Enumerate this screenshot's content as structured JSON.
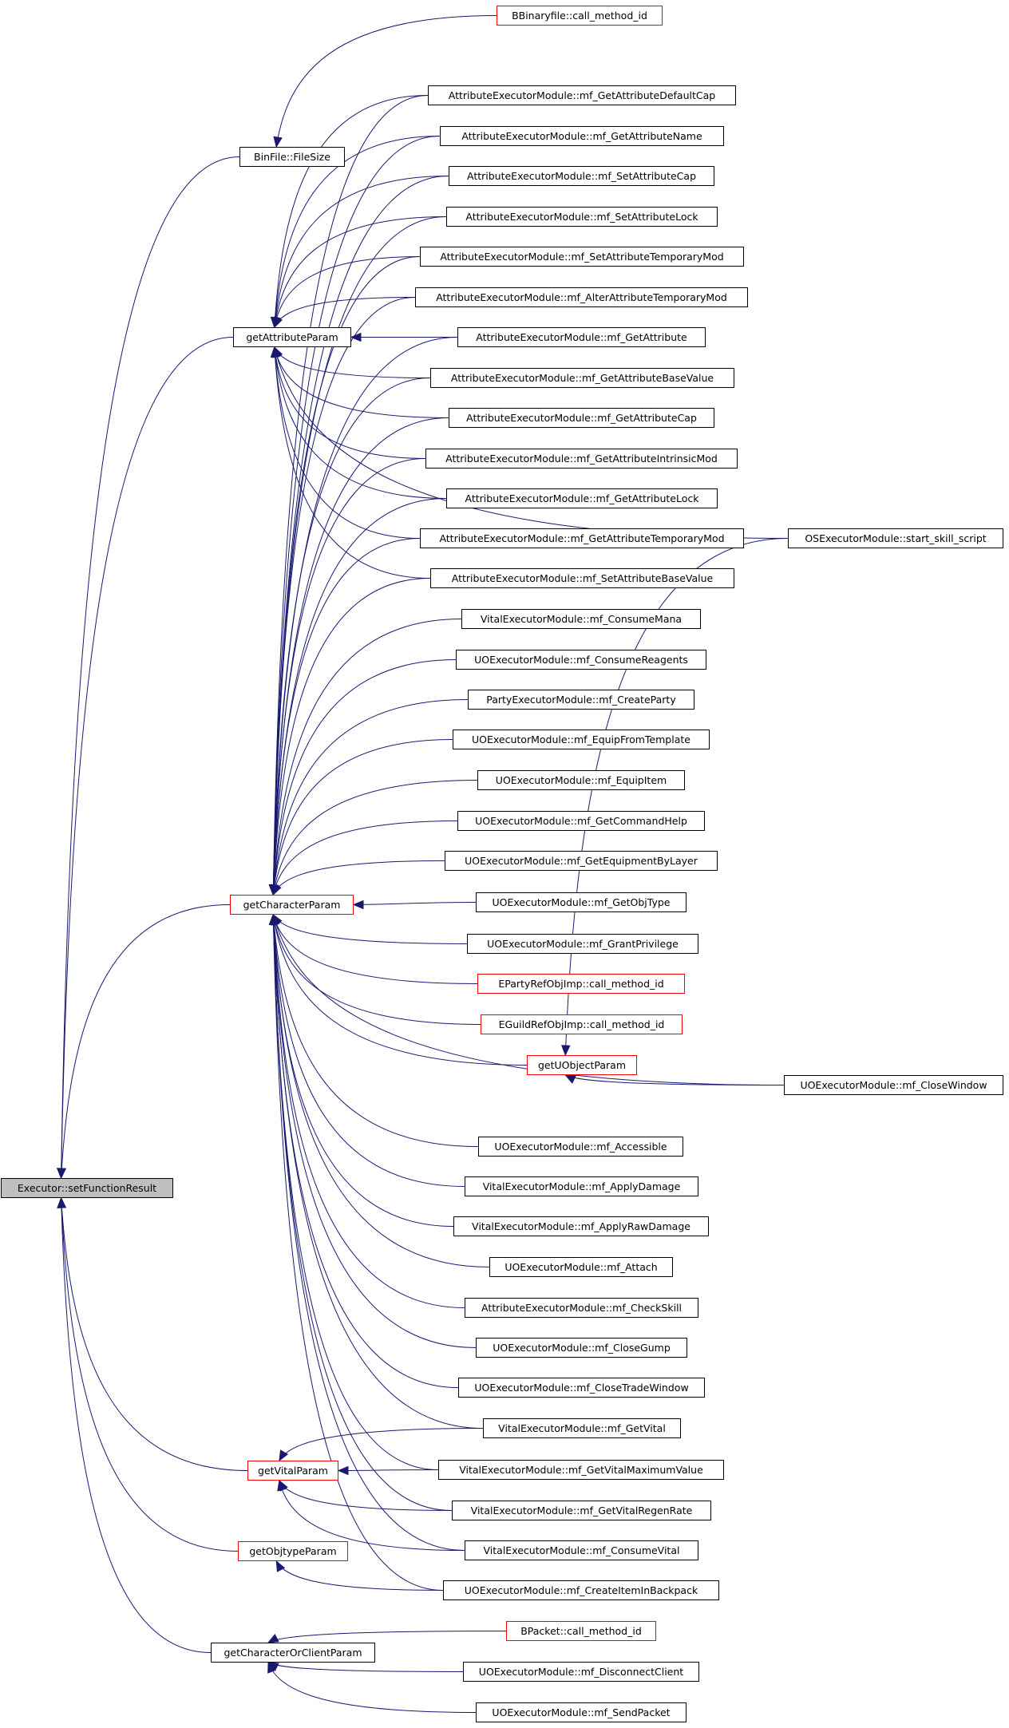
{
  "colors": {
    "edge": "#191970",
    "node_border": "#000000",
    "link_node_border": "#ff0000",
    "root_fill": "#bfbfbf"
  },
  "nodes": {
    "root": "Executor::setFunctionResult",
    "binfile_filesize": "BinFile::FileSize",
    "get_attribute_param": "getAttributeParam",
    "get_character_param": "getCharacterParam",
    "get_vital_param": "getVitalParam",
    "get_objtype_param": "getObjtypeParam",
    "get_character_or_client_param": "getCharacterOrClientParam",
    "get_uobject_param": "getUObjectParam",
    "bbinaryfile_call": "BBinaryfile::call_method_id",
    "attr_get_default_cap": "AttributeExecutorModule::mf_GetAttributeDefaultCap",
    "attr_get_name": "AttributeExecutorModule::mf_GetAttributeName",
    "attr_set_cap": "AttributeExecutorModule::mf_SetAttributeCap",
    "attr_set_lock": "AttributeExecutorModule::mf_SetAttributeLock",
    "attr_set_temp_mod": "AttributeExecutorModule::mf_SetAttributeTemporaryMod",
    "attr_alter_temp_mod": "AttributeExecutorModule::mf_AlterAttributeTemporaryMod",
    "attr_get": "AttributeExecutorModule::mf_GetAttribute",
    "attr_get_base": "AttributeExecutorModule::mf_GetAttributeBaseValue",
    "attr_get_cap": "AttributeExecutorModule::mf_GetAttributeCap",
    "attr_get_intrinsic": "AttributeExecutorModule::mf_GetAttributeIntrinsicMod",
    "attr_get_lock": "AttributeExecutorModule::mf_GetAttributeLock",
    "attr_get_temp_mod": "AttributeExecutorModule::mf_GetAttributeTemporaryMod",
    "attr_set_base": "AttributeExecutorModule::mf_SetAttributeBaseValue",
    "vital_consume_mana": "VitalExecutorModule::mf_ConsumeMana",
    "uo_consume_reagents": "UOExecutorModule::mf_ConsumeReagents",
    "party_create": "PartyExecutorModule::mf_CreateParty",
    "uo_equip_from_template": "UOExecutorModule::mf_EquipFromTemplate",
    "uo_equip_item": "UOExecutorModule::mf_EquipItem",
    "uo_get_command_help": "UOExecutorModule::mf_GetCommandHelp",
    "uo_get_equipment_by_layer": "UOExecutorModule::mf_GetEquipmentByLayer",
    "uo_get_obj_type": "UOExecutorModule::mf_GetObjType",
    "uo_grant_privilege": "UOExecutorModule::mf_GrantPrivilege",
    "eparty_call": "EPartyRefObjImp::call_method_id",
    "eguild_call": "EGuildRefObjImp::call_method_id",
    "os_start_skill_script": "OSExecutorModule::start_skill_script",
    "uo_close_window": "UOExecutorModule::mf_CloseWindow",
    "uo_accessible": "UOExecutorModule::mf_Accessible",
    "vital_apply_damage": "VitalExecutorModule::mf_ApplyDamage",
    "vital_apply_raw_damage": "VitalExecutorModule::mf_ApplyRawDamage",
    "uo_attach": "UOExecutorModule::mf_Attach",
    "attr_check_skill": "AttributeExecutorModule::mf_CheckSkill",
    "uo_close_gump": "UOExecutorModule::mf_CloseGump",
    "uo_close_trade_window": "UOExecutorModule::mf_CloseTradeWindow",
    "vital_get_vital": "VitalExecutorModule::mf_GetVital",
    "vital_get_max": "VitalExecutorModule::mf_GetVitalMaximumValue",
    "vital_get_regen": "VitalExecutorModule::mf_GetVitalRegenRate",
    "vital_consume_vital": "VitalExecutorModule::mf_ConsumeVital",
    "uo_create_item_in_backpack": "UOExecutorModule::mf_CreateItemInBackpack",
    "bpacket_call": "BPacket::call_method_id",
    "uo_disconnect_client": "UOExecutorModule::mf_DisconnectClient",
    "uo_send_packet": "UOExecutorModule::mf_SendPacket"
  },
  "edges": [
    [
      "root",
      "binfile_filesize"
    ],
    [
      "root",
      "get_attribute_param"
    ],
    [
      "root",
      "get_character_param"
    ],
    [
      "root",
      "get_vital_param"
    ],
    [
      "root",
      "get_objtype_param"
    ],
    [
      "root",
      "get_character_or_client_param"
    ],
    [
      "binfile_filesize",
      "bbinaryfile_call"
    ],
    [
      "get_attribute_param",
      "attr_get_default_cap"
    ],
    [
      "get_attribute_param",
      "attr_get_name"
    ],
    [
      "get_attribute_param",
      "attr_set_cap"
    ],
    [
      "get_attribute_param",
      "attr_set_lock"
    ],
    [
      "get_attribute_param",
      "attr_set_temp_mod"
    ],
    [
      "get_attribute_param",
      "attr_alter_temp_mod"
    ],
    [
      "get_attribute_param",
      "attr_get"
    ],
    [
      "get_attribute_param",
      "attr_get_base"
    ],
    [
      "get_attribute_param",
      "attr_get_cap"
    ],
    [
      "get_attribute_param",
      "attr_get_intrinsic"
    ],
    [
      "get_attribute_param",
      "attr_get_lock"
    ],
    [
      "get_attribute_param",
      "attr_get_temp_mod"
    ],
    [
      "get_attribute_param",
      "attr_set_base"
    ],
    [
      "get_attribute_param",
      "os_start_skill_script"
    ],
    [
      "get_character_param",
      "attr_get_default_cap"
    ],
    [
      "get_character_param",
      "attr_get_name"
    ],
    [
      "get_character_param",
      "attr_set_cap"
    ],
    [
      "get_character_param",
      "attr_set_lock"
    ],
    [
      "get_character_param",
      "attr_set_temp_mod"
    ],
    [
      "get_character_param",
      "attr_alter_temp_mod"
    ],
    [
      "get_character_param",
      "attr_get"
    ],
    [
      "get_character_param",
      "attr_get_base"
    ],
    [
      "get_character_param",
      "attr_get_cap"
    ],
    [
      "get_character_param",
      "attr_get_intrinsic"
    ],
    [
      "get_character_param",
      "attr_get_lock"
    ],
    [
      "get_character_param",
      "attr_get_temp_mod"
    ],
    [
      "get_character_param",
      "attr_set_base"
    ],
    [
      "get_character_param",
      "vital_consume_mana"
    ],
    [
      "get_character_param",
      "uo_consume_reagents"
    ],
    [
      "get_character_param",
      "party_create"
    ],
    [
      "get_character_param",
      "uo_equip_from_template"
    ],
    [
      "get_character_param",
      "uo_equip_item"
    ],
    [
      "get_character_param",
      "uo_get_command_help"
    ],
    [
      "get_character_param",
      "uo_get_equipment_by_layer"
    ],
    [
      "get_character_param",
      "uo_get_obj_type"
    ],
    [
      "get_character_param",
      "uo_grant_privilege"
    ],
    [
      "get_character_param",
      "eparty_call"
    ],
    [
      "get_character_param",
      "eguild_call"
    ],
    [
      "get_character_param",
      "get_uobject_param"
    ],
    [
      "get_character_param",
      "uo_close_window"
    ],
    [
      "get_character_param",
      "uo_accessible"
    ],
    [
      "get_character_param",
      "vital_apply_damage"
    ],
    [
      "get_character_param",
      "vital_apply_raw_damage"
    ],
    [
      "get_character_param",
      "uo_attach"
    ],
    [
      "get_character_param",
      "attr_check_skill"
    ],
    [
      "get_character_param",
      "uo_close_gump"
    ],
    [
      "get_character_param",
      "uo_close_trade_window"
    ],
    [
      "get_character_param",
      "vital_get_vital"
    ],
    [
      "get_character_param",
      "vital_get_max"
    ],
    [
      "get_character_param",
      "vital_get_regen"
    ],
    [
      "get_character_param",
      "vital_consume_vital"
    ],
    [
      "get_character_param",
      "uo_create_item_in_backpack"
    ],
    [
      "get_uobject_param",
      "os_start_skill_script"
    ],
    [
      "get_uobject_param",
      "uo_close_window"
    ],
    [
      "get_vital_param",
      "vital_get_vital"
    ],
    [
      "get_vital_param",
      "vital_get_max"
    ],
    [
      "get_vital_param",
      "vital_get_regen"
    ],
    [
      "get_vital_param",
      "vital_consume_vital"
    ],
    [
      "get_objtype_param",
      "uo_create_item_in_backpack"
    ],
    [
      "get_character_or_client_param",
      "bpacket_call"
    ],
    [
      "get_character_or_client_param",
      "uo_disconnect_client"
    ],
    [
      "get_character_or_client_param",
      "uo_send_packet"
    ]
  ]
}
